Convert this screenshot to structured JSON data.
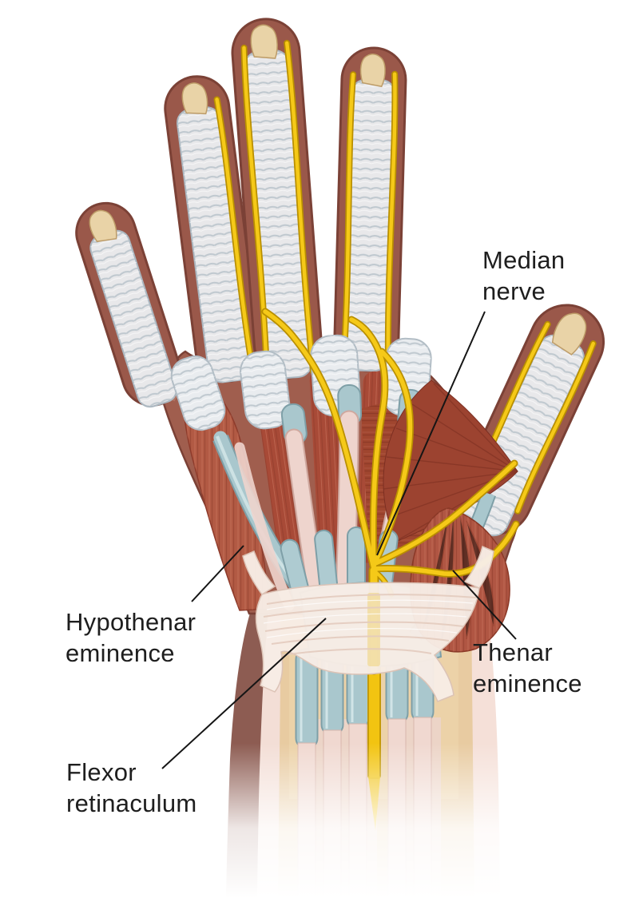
{
  "labels": {
    "median_nerve": "Median\nnerve",
    "hypothenar_eminence": "Hypothenar\neminence",
    "thenar_eminence": "Thenar\neminence",
    "flexor_retinaculum": "Flexor\nretinaculum"
  },
  "colors": {
    "background": "#ffffff",
    "label_text": "#1e1e1e",
    "leader_line": "#151515",
    "nerve_yellow": "#f2c411",
    "nerve_outline": "#b98f00",
    "muscle_red": "#b05a45",
    "muscle_red_dark": "#9c4330",
    "tendon_pink": "#eed4cd",
    "tendon_blue": "#aecbd1",
    "sheath_white": "#ebeef0",
    "retinaculum_white": "#f7ece5",
    "skin_brown": "#9a584a",
    "skin_edge": "#7b4136",
    "bone_tan": "#e9d3a7",
    "carpal_tan": "#e8cba1"
  }
}
